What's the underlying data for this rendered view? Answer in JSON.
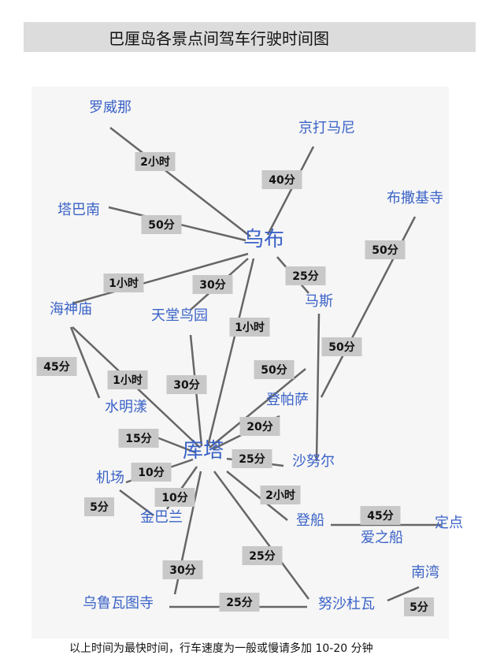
{
  "title": "巴厘岛各景点间驾车行驶时间图",
  "footnote": "以上时间为最快时间，行车速度为一般或慢请多加 10-20 分钟",
  "colors": {
    "place_text": "#3a62c7",
    "label_box": "#c8c8c8",
    "line": "#666666",
    "time_text": "#111111"
  },
  "places": [
    {
      "id": "luoweina",
      "name": "罗威那",
      "major": false
    },
    {
      "id": "jingdamani",
      "name": "京打马尼",
      "major": false
    },
    {
      "id": "tabanan",
      "name": "塔巴南",
      "major": false
    },
    {
      "id": "ubud",
      "name": "乌布",
      "major": true
    },
    {
      "id": "busajisi",
      "name": "布撒基寺",
      "major": false
    },
    {
      "id": "haishenmiao",
      "name": "海神庙",
      "major": false
    },
    {
      "id": "tiantangniaoyuan",
      "name": "天堂鸟园",
      "major": false
    },
    {
      "id": "masi",
      "name": "马斯",
      "major": false
    },
    {
      "id": "shuimingyang",
      "name": "水明漾",
      "major": false
    },
    {
      "id": "dengpasa",
      "name": "登帕萨",
      "major": false
    },
    {
      "id": "kuta",
      "name": "库塔",
      "major": true
    },
    {
      "id": "shanuer",
      "name": "沙努尔",
      "major": false
    },
    {
      "id": "jichang",
      "name": "机场",
      "major": false
    },
    {
      "id": "jinbalan",
      "name": "金巴兰",
      "major": false
    },
    {
      "id": "dengchuan",
      "name": "登船",
      "major": false
    },
    {
      "id": "dingdian",
      "name": "定点",
      "major": false
    },
    {
      "id": "aizhichuan",
      "name": "爱之船",
      "major": false
    },
    {
      "id": "nanwan",
      "name": "南湾",
      "major": false
    },
    {
      "id": "wulugwatusi",
      "name": "乌鲁瓦图寺",
      "major": false
    },
    {
      "id": "nushaduwa",
      "name": "努沙杜瓦",
      "major": false
    }
  ],
  "routes": [
    {
      "from": "luoweina",
      "to": "ubud",
      "time": "2小时"
    },
    {
      "from": "jingdamani",
      "to": "ubud",
      "time": "40分"
    },
    {
      "from": "tabanan",
      "to": "ubud",
      "time": "50分"
    },
    {
      "from": "ubud",
      "to": "masi",
      "time": "25分"
    },
    {
      "from": "busajisi",
      "to": "dengpasa",
      "time": "50分"
    },
    {
      "from": "ubud",
      "to": "haishenmiao",
      "time": "1小时"
    },
    {
      "from": "ubud",
      "to": "tiantangniaoyuan",
      "time": "30分"
    },
    {
      "from": "ubud",
      "to": "kuta",
      "time": "1小时"
    },
    {
      "from": "masi",
      "to": "shanuer",
      "time": "50分"
    },
    {
      "from": "haishenmiao",
      "to": "shuimingyang",
      "time": "45分"
    },
    {
      "from": "haishenmiao",
      "to": "kuta",
      "time": "1小时"
    },
    {
      "from": "tiantangniaoyuan",
      "to": "kuta",
      "time": "30分"
    },
    {
      "from": "dengpasa",
      "to": "kuta",
      "time": "50分"
    },
    {
      "from": "dengpasa",
      "to": "kuta",
      "time": "20分"
    },
    {
      "from": "shuimingyang",
      "to": "kuta",
      "time": "15分"
    },
    {
      "from": "kuta",
      "to": "shanuer",
      "time": "25分"
    },
    {
      "from": "kuta",
      "to": "jichang",
      "time": "10分"
    },
    {
      "from": "kuta",
      "to": "jinbalan",
      "time": "10分"
    },
    {
      "from": "jichang",
      "to": "jinbalan",
      "time": "5分"
    },
    {
      "from": "kuta",
      "to": "dengchuan",
      "time": "2小时"
    },
    {
      "from": "dengchuan",
      "to": "dingdian",
      "time": "45分"
    },
    {
      "from": "kuta",
      "to": "nushaduwa",
      "time": "25分"
    },
    {
      "from": "kuta",
      "to": "wulugwatusi",
      "time": "30分"
    },
    {
      "from": "wulugwatusi",
      "to": "nushaduwa",
      "time": "25分"
    },
    {
      "from": "nanwan",
      "to": "nushaduwa",
      "time": "5分"
    }
  ]
}
